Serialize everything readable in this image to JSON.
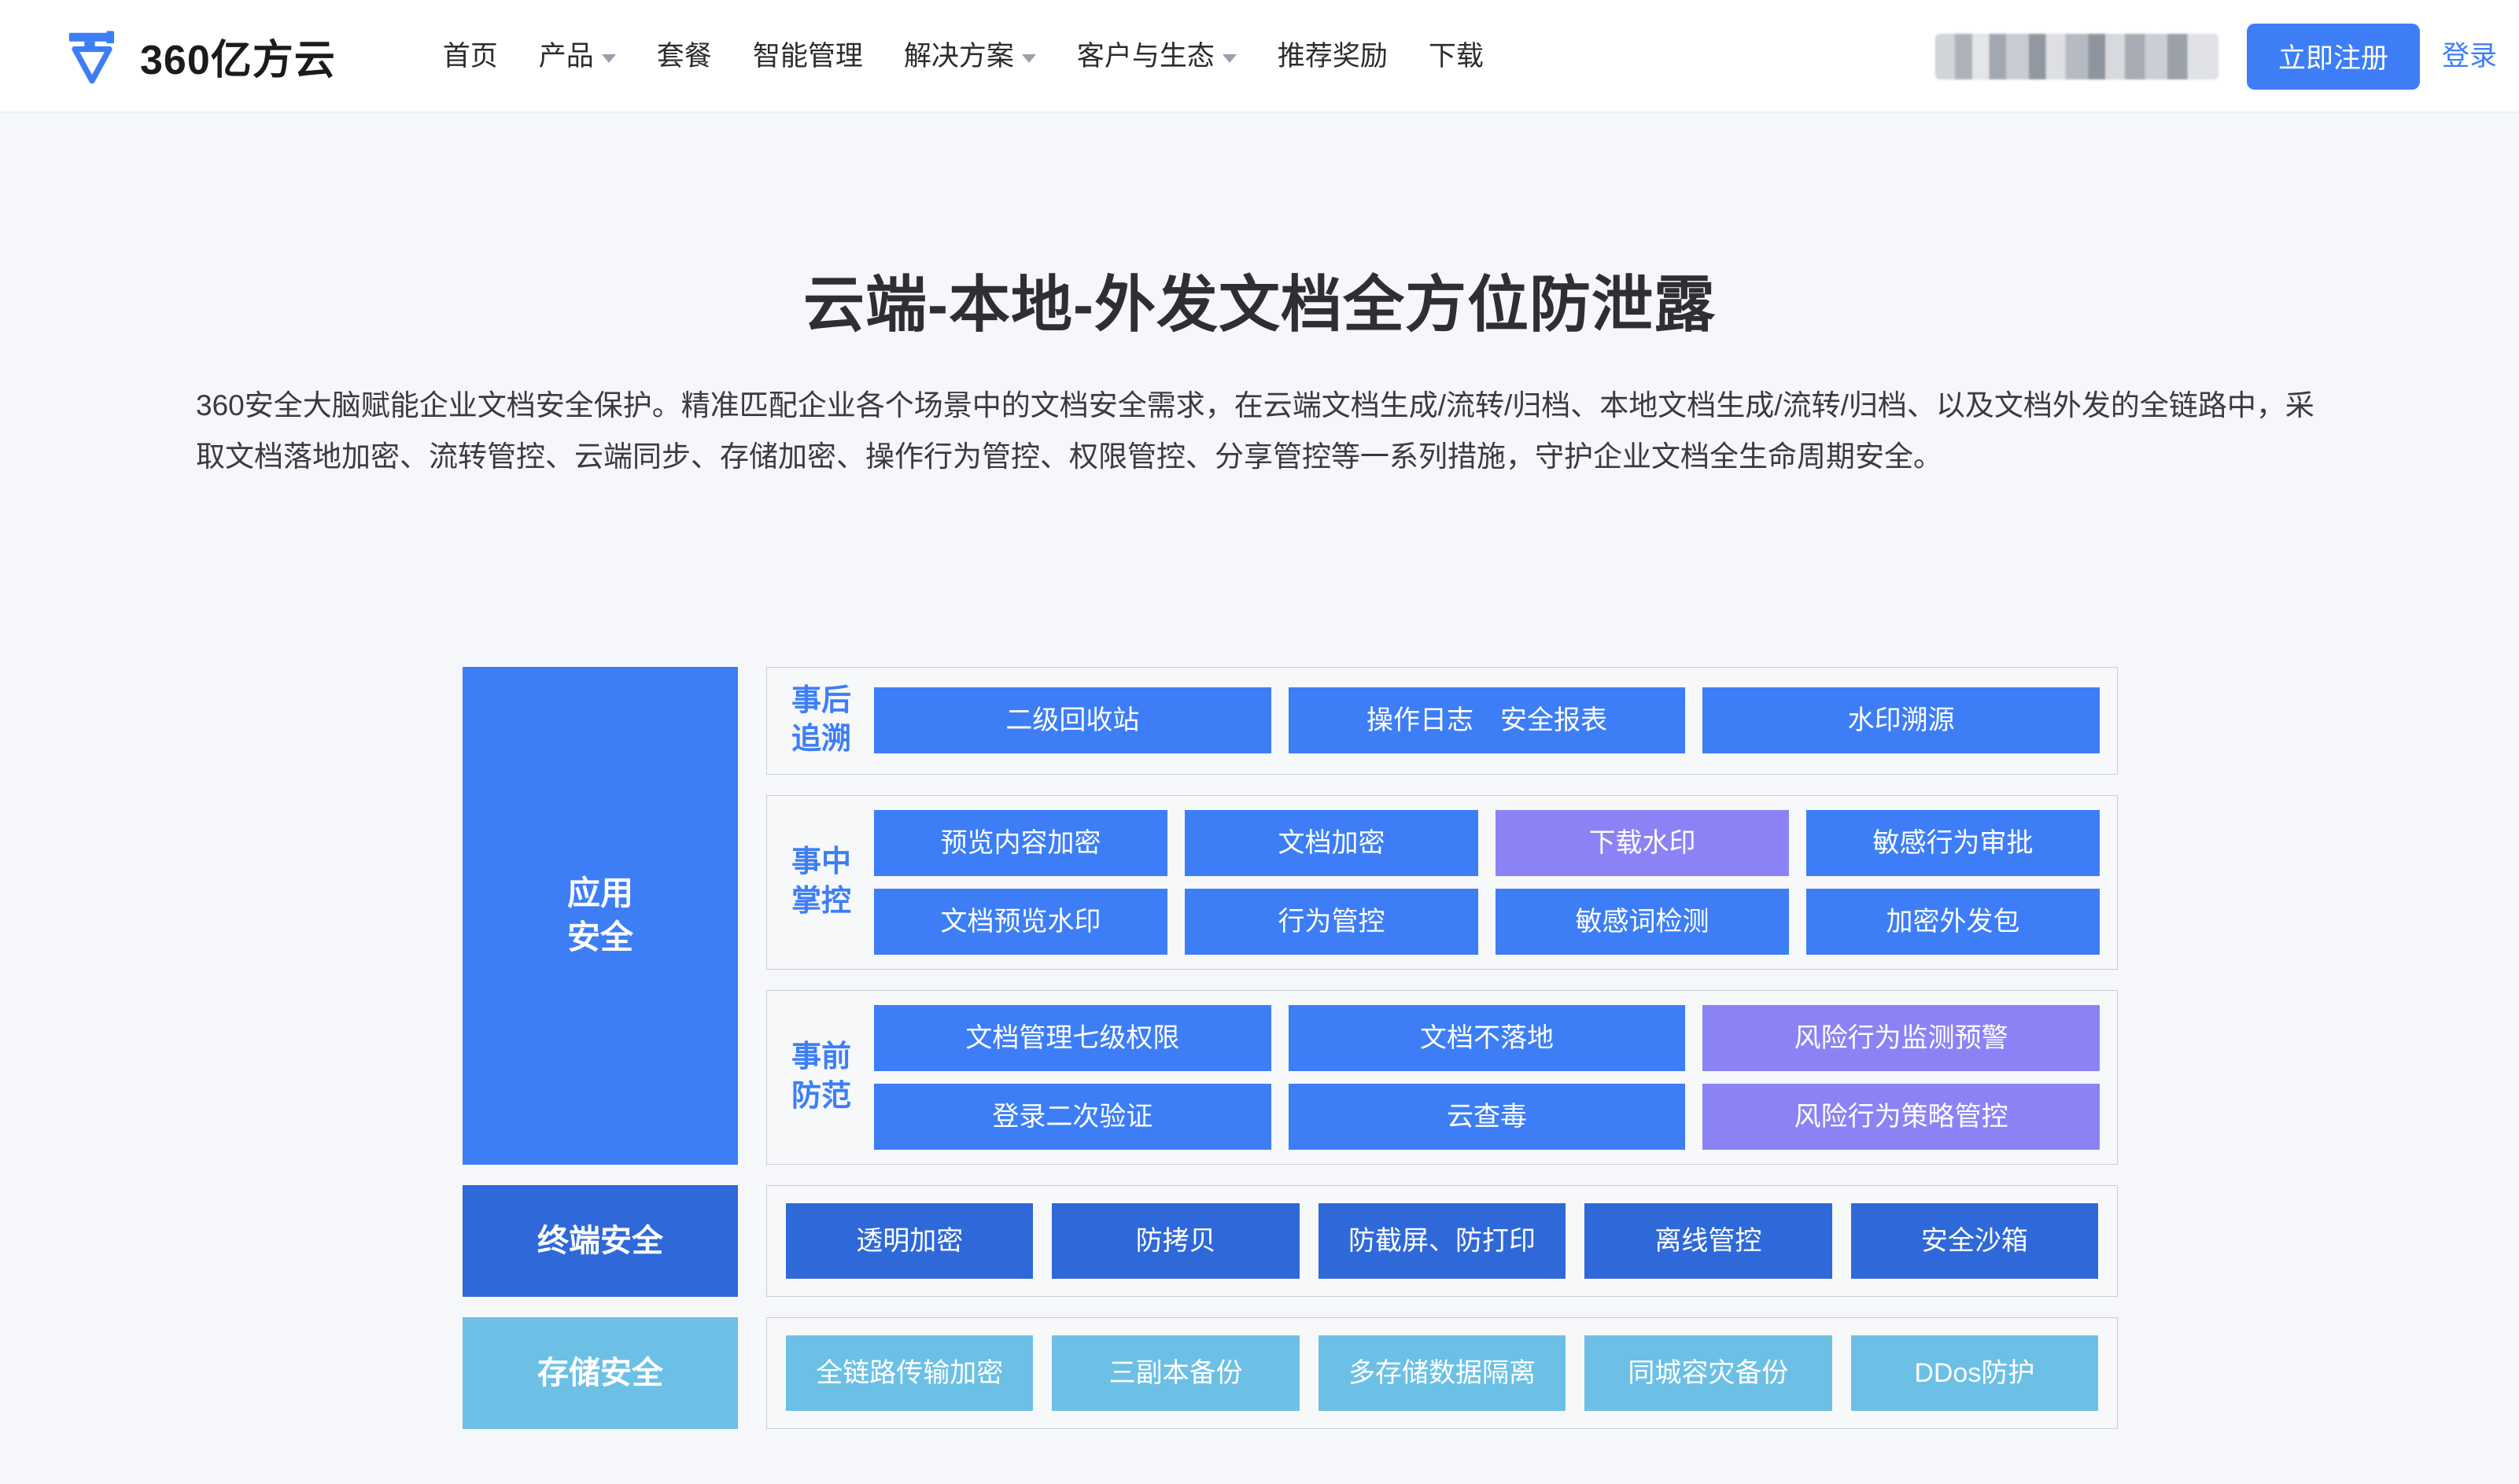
{
  "nav": {
    "brand_name": "360亿方云",
    "logo_icon": "yifangyun-logo-icon",
    "links": [
      {
        "label": "首页",
        "has_dropdown": false
      },
      {
        "label": "产品",
        "has_dropdown": true
      },
      {
        "label": "套餐",
        "has_dropdown": false
      },
      {
        "label": "智能管理",
        "has_dropdown": false
      },
      {
        "label": "解决方案",
        "has_dropdown": true
      },
      {
        "label": "客户与生态",
        "has_dropdown": true
      },
      {
        "label": "推荐奖励",
        "has_dropdown": false
      },
      {
        "label": "下载",
        "has_dropdown": false
      }
    ],
    "account_chip": "",
    "register_label": "立即注册",
    "login_label": "登录"
  },
  "hero": {
    "title": "云端-本地-外发文档全方位防泄露",
    "description": "360安全大脑赋能企业文档安全保护。精准匹配企业各个场景中的文档安全需求，在云端文档生成/流转/归档、本地文档生成/流转/归档、以及文档外发的全链路中，采取文档落地加密、流转管控、云端同步、存储加密、操作行为管控、权限管控、分享管控等一系列措施，守护企业文档全生命周期安全。"
  },
  "colors": {
    "primary_blue": "#3d7ef7",
    "purple": "#8b83f5",
    "dark_blue": "#2f68d8",
    "light_blue": "#6cc0e5",
    "card_bg": "#f7f8fa",
    "page_bg": "#f5f7fb",
    "card_border": "#c9cdd4"
  },
  "diagram": {
    "tiers": [
      {
        "id": "application-security",
        "label": "应用\n安全",
        "label_line1": "应用",
        "label_line2": "安全",
        "label_color": "#3d7ef7",
        "groups": [
          {
            "id": "post-incident-tracing",
            "label_line1": "事后",
            "label_line2": "追溯",
            "rows": [
              [
                {
                  "label": "二级回收站",
                  "color": "blue"
                },
                {
                  "label": "操作日志　安全报表",
                  "color": "blue"
                },
                {
                  "label": "水印溯源",
                  "color": "blue"
                }
              ]
            ]
          },
          {
            "id": "in-incident-control",
            "label_line1": "事中",
            "label_line2": "掌控",
            "rows": [
              [
                {
                  "label": "预览内容加密",
                  "color": "blue"
                },
                {
                  "label": "文档加密",
                  "color": "blue"
                },
                {
                  "label": "下载水印",
                  "color": "purple"
                },
                {
                  "label": "敏感行为审批",
                  "color": "blue"
                }
              ],
              [
                {
                  "label": "文档预览水印",
                  "color": "blue"
                },
                {
                  "label": "行为管控",
                  "color": "blue"
                },
                {
                  "label": "敏感词检测",
                  "color": "blue"
                },
                {
                  "label": "加密外发包",
                  "color": "blue"
                }
              ]
            ]
          },
          {
            "id": "pre-incident-prevention",
            "label_line1": "事前",
            "label_line2": "防范",
            "rows": [
              [
                {
                  "label": "文档管理七级权限",
                  "color": "blue"
                },
                {
                  "label": "文档不落地",
                  "color": "blue"
                },
                {
                  "label": "风险行为监测预警",
                  "color": "purple"
                }
              ],
              [
                {
                  "label": "登录二次验证",
                  "color": "blue"
                },
                {
                  "label": "云查毒",
                  "color": "blue"
                },
                {
                  "label": "风险行为策略管控",
                  "color": "purple"
                }
              ]
            ]
          }
        ]
      },
      {
        "id": "terminal-security",
        "label": "终端安全",
        "label_color": "#2f68d8",
        "tiles": [
          {
            "label": "透明加密",
            "color": "darkblue"
          },
          {
            "label": "防拷贝",
            "color": "darkblue"
          },
          {
            "label": "防截屏、防打印",
            "color": "darkblue"
          },
          {
            "label": "离线管控",
            "color": "darkblue"
          },
          {
            "label": "安全沙箱",
            "color": "darkblue"
          }
        ]
      },
      {
        "id": "storage-security",
        "label": "存储安全",
        "label_color": "#6cc0e5",
        "tiles": [
          {
            "label": "全链路传输加密",
            "color": "lightblue"
          },
          {
            "label": "三副本备份",
            "color": "lightblue"
          },
          {
            "label": "多存储数据隔离",
            "color": "lightblue"
          },
          {
            "label": "同城容灾备份",
            "color": "lightblue"
          },
          {
            "label": "DDos防护",
            "color": "lightblue"
          }
        ]
      }
    ]
  }
}
